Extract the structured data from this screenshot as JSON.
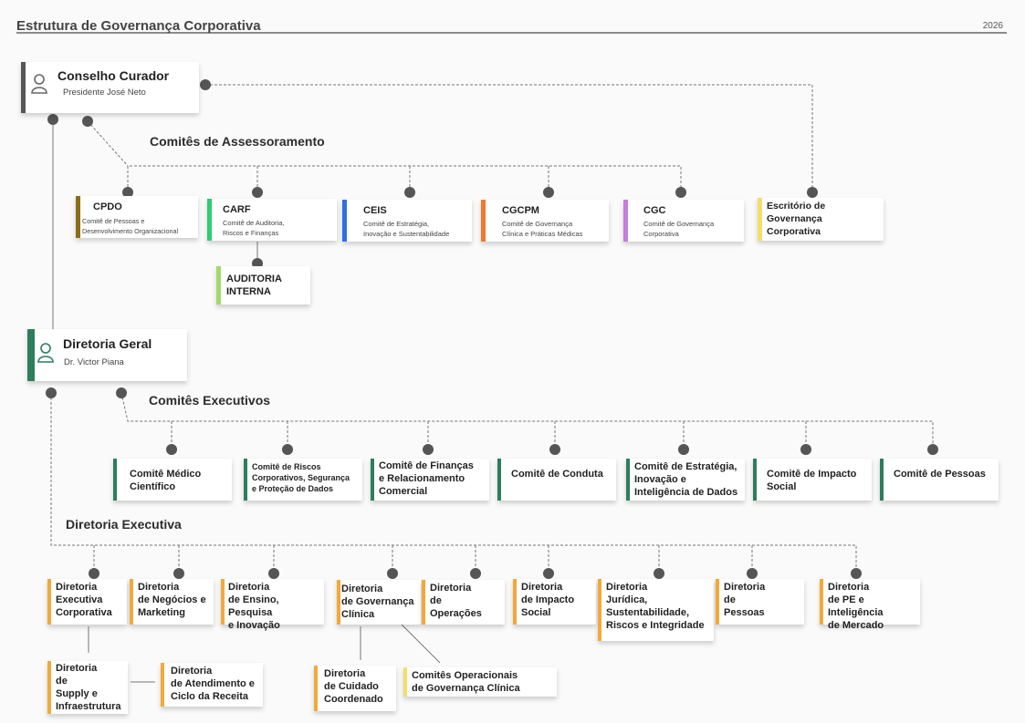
{
  "header": {
    "title": "Estrutura de Governança Corporativa",
    "year": "2026"
  },
  "colors": {
    "dot": "#555555",
    "line": "#666666",
    "curador_bar": "#555555",
    "diretoria_bar": "#2e7d5b",
    "exec_bar": "#2e7d5b",
    "dir_bar": "#f2a93b"
  },
  "conselho": {
    "title": "Conselho Curador",
    "sub": "Presidente José Neto",
    "icon": "person-icon"
  },
  "assessoramento": {
    "heading": "Comitês de Assessoramento",
    "committees": [
      {
        "code": "CPDO",
        "desc": "Comitê de Pessoas e\nDesenvolvimento Organizacional",
        "color": "#8a6d1a"
      },
      {
        "code": "CARF",
        "desc": "Comitê de Auditoria,\nRiscos e Finanças",
        "color": "#2ecc71"
      },
      {
        "code": "CEIS",
        "desc": "Comitê de Estratégia,\nInovação e Sustentabilidade",
        "color": "#2f6fe4"
      },
      {
        "code": "CGCPM",
        "desc": "Comitê de Governança\nClínica e Práticas Médicas",
        "color": "#f07a30"
      },
      {
        "code": "CGC",
        "desc": "Comitê de Governança\nCorporativa",
        "color": "#c77ddb"
      }
    ],
    "auditoria": {
      "label": "AUDITORIA\nINTERNA",
      "color": "#a3d96b"
    },
    "escritorio": {
      "label": "Escritório de\nGovernança\nCorporativa",
      "color": "#f5dd6a"
    }
  },
  "diretoria_geral": {
    "title": "Diretoria Geral",
    "sub": "Dr. Victor Piana",
    "icon": "person-icon"
  },
  "executivos": {
    "heading": "Comitês Executivos",
    "items": [
      "Comitê Médico\nCientífico",
      "Comitê de Riscos\nCorporativos, Segurança\ne Proteção de Dados",
      "Comitê de Finanças\ne Relacionamento\nComercial",
      "Comitê de Conduta",
      "Comitê de Estratégia,\nInovação e\nInteligência de Dados",
      "Comitê de Impacto\nSocial",
      "Comitê de Pessoas"
    ]
  },
  "diretoria_executiva": {
    "heading": "Diretoria Executiva",
    "items": [
      "Diretoria\nExecutiva\nCorporativa",
      "Diretoria\nde Negócios e\nMarketing",
      "Diretoria\nde Ensino, Pesquisa\ne Inovação",
      "Diretoria\nde Governança\nClínica",
      "Diretoria\nde\nOperações",
      "Diretoria\nde Impacto\nSocial",
      "Diretoria\nJurídica,\nSustentabilidade,\nRiscos e Integridade",
      "Diretoria\nde\nPessoas",
      "Diretoria\nde PE e Inteligência\nde Mercado"
    ],
    "sub_units": {
      "supply": "Diretoria\nde\nSupply e\nInfraestrutura",
      "atendimento": "Diretoria\nde Atendimento e\nCiclo da Receita",
      "cuidado": "Diretoria\nde Cuidado\nCoordenado",
      "comites_operacionais": "Comitês Operacionais\nde Governança Clínica"
    }
  }
}
